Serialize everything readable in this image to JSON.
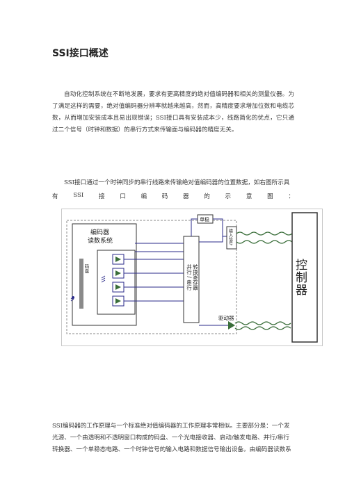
{
  "doc": {
    "title": "SSI接口概述",
    "para1": "自动化控制系统在不断地发展，要求有更高精度的绝对值编码器和相关的测量仪器。为了满足这样的需要，绝对值编码器分辨率就越来越高，然而，高精度要求增加位数和电缆芯数，从而增加安装成本且易出现错误；SSI接口具有安装成本少，线路简化的优点，它只通过二个信号（时钟和数据）的串行方式来传输面与编码器的精度无关。",
    "para2_line1": "SSI接口通过一个时钟同步的串行线路来传输绝对值编码器的位置数据，如右图所示具",
    "para2_line2_chars": [
      "有",
      "SSI",
      "接",
      "口",
      "编",
      "码",
      "器",
      "的",
      "示",
      "意",
      "图",
      "："
    ],
    "para3": "SSI编码器的工作原理与一个标准绝对值编码器的工作原理非常相似。主要部分是：一个发光源、一个由透明和不透明窗口构成的码盘、一个光电接收器、启动/触发电路、并行/串行转换器、一个单稳态电路、一个时钟信号的输入电路和数据信号输出设备。由编码器读数系"
  },
  "diagram": {
    "encoder_label_1": "编码器",
    "encoder_label_2": "读数系统",
    "disc_label": "码盘",
    "converter_label_1": "并行 / 串行",
    "converter_label_2": "转换寄存器",
    "monostable_label": "单稳",
    "input_label": "输入信号",
    "driver_label": "驱动器",
    "controller_label": "控制器",
    "colors": {
      "line": "#2a2a8a",
      "box": "#333333",
      "accent": "#3a6e3a"
    }
  }
}
